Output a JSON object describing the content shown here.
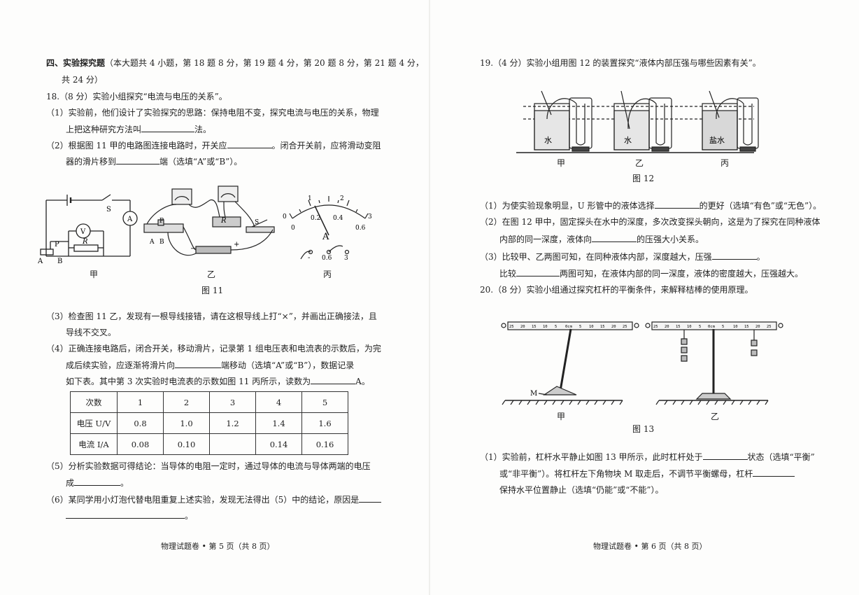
{
  "left": {
    "section_heading": "四、实验探究题",
    "section_desc": "（本大题共 4 小题，第 18 题 8 分，第 19 题 4 分，第 20 题 8 分，第 21 题 4 分，",
    "section_desc2": "共 24 分）",
    "q18_title": "18.（8 分）实验小组探究“电流与电压的关系”。",
    "q18_1a": "（1）实验前，他们设计了实验探究的思路：保持电阻不变，探究电流与电压的关系，物理",
    "q18_1b_pre": "上把这种研究方法叫",
    "q18_1b_post": "法。",
    "q18_2a_pre": "（2）根据图 11 甲的电路图连接电路时，开关应",
    "q18_2a_post": "。闭合开关前，应将滑动变阻",
    "q18_2b_pre": "器的滑片移到",
    "q18_2b_post": "端（选填“A”或“B”）。",
    "fig11": {
      "caption": "图 11",
      "sub_jia": "甲",
      "sub_yi": "乙",
      "sub_bing": "丙",
      "label_S": "S",
      "label_A": "A",
      "label_V": "V",
      "label_R": "R",
      "label_P": "P",
      "label_pA": "A",
      "label_pB": "B",
      "scale_outer": [
        "0",
        "1",
        "2",
        "3"
      ],
      "scale_inner": [
        "0",
        "0.2",
        "0.4",
        "0.6"
      ],
      "meter_letter": "A",
      "term_neg": "-",
      "term_06": "0.6",
      "term_3": "3",
      "minus": "−",
      "plus": "+"
    },
    "q18_3a": "（3）检查图 11 乙，发现有一根导线接错，请在这根导线上打“×”，并画出正确接法，且",
    "q18_3b": "导线不交叉。",
    "q18_4a": "（4）正确连接电路后，闭合开关，移动滑片，记录第 1 组电压表和电流表的示数后，为完",
    "q18_4b_pre": "成后续实验，应逐渐将滑片向",
    "q18_4b_post": "端移动（选填“A”或“B”），数据记录",
    "q18_4c_pre": "如下表。其中第 3 次实验时电流表的示数如图 11 丙所示，读数为",
    "q18_4c_post": "A。",
    "table": {
      "header": [
        "次数",
        "1",
        "2",
        "3",
        "4",
        "5"
      ],
      "voltage": [
        "电压 U/V",
        "0.8",
        "1.0",
        "1.2",
        "1.4",
        "1.6"
      ],
      "current": [
        "电流 I/A",
        "0.08",
        "0.10",
        "",
        "0.14",
        "0.16"
      ]
    },
    "q18_5a": "（5）分析实验数据可得结论：当导体的电阻一定时，通过导体的电流与导体两端的电压",
    "q18_5b_pre": "成",
    "q18_5b_post": "。",
    "q18_6a": "（6）某同学用小灯泡代替电阻重复上述实验，发现无法得出（5）中的结论，原因是",
    "q18_6b_post": "。",
    "footer": "物理试题卷 • 第 5 页（共 8 页）"
  },
  "right": {
    "q19_title": "19.（4 分）实验小组用图 12 的装置探究“液体内部压强与哪些因素有关”。",
    "fig12": {
      "caption": "图 12",
      "sub_jia": "甲",
      "sub_yi": "乙",
      "sub_bing": "丙",
      "water1": "水",
      "water2": "水",
      "salt": "盐水"
    },
    "q19_1_pre": "（1）为使实验现象明显，U 形管中的液体选择",
    "q19_1_post": "的更好（选填“有色”或“无色”）。",
    "q19_2a": "（2）在图 12 甲中，固定探头在水中的深度，多次改变探头朝向，这是为了探究在同种液体",
    "q19_2b_pre": "内部的同一深度，液体向",
    "q19_2b_post": "的压强大小关系。",
    "q19_3a_pre": "（3）比较甲、乙两图可知，在同种液体内部，深度越大，压强",
    "q19_3a_post": "。",
    "q19_3b_pre": "比较",
    "q19_3b_post": "两图可知，在液体内部的同一深度，液体的密度越大，压强越大。",
    "q20_title": "20.（8 分）实验小组通过探究杠杆的平衡条件，来解释桔棒的使用原理。",
    "fig13": {
      "caption": "图 13",
      "sub_jia": "甲",
      "sub_yi": "乙",
      "label_M": "M",
      "ruler_ticks": [
        "25",
        "20",
        "15",
        "10",
        "5",
        "0cm",
        "5",
        "10",
        "15",
        "20",
        "25"
      ]
    },
    "q20_1a_pre": "（1）实验前，杠杆水平静止如图 13 甲所示，此时杠杆处于",
    "q20_1a_post": "状态（选填“平衡”",
    "q20_1b_pre": "或“非平衡”）。将杠杆左下角物块 M 取走后，不调节平衡螺母，杠杆",
    "q20_1c": "保持水平位置静止（选填“仍能”或“不能”）。",
    "footer": "物理试题卷 • 第 6 页（共 8 页）"
  }
}
